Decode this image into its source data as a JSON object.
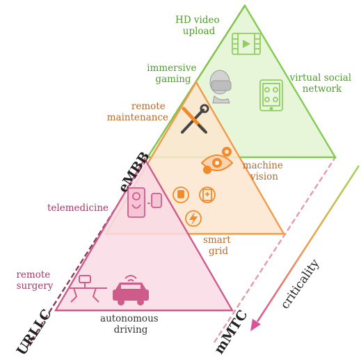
{
  "colors": {
    "green": "#7cc94a",
    "orange": "#f09a4a",
    "pink": "#cf5b8a",
    "green_text": "#4d9c2a",
    "orange_text": "#b8692a",
    "pink_text": "#a23a66"
  },
  "axes": {
    "embb": "eMBB",
    "urllc": "URLLC",
    "mmtc": "mMTC",
    "criticality": "criticality"
  },
  "labels": {
    "hd_video": [
      "HD video",
      "upload"
    ],
    "immersive_gaming": [
      "immersive",
      "gaming"
    ],
    "virtual_social": [
      "virtual social",
      "network"
    ],
    "remote_maintenance": [
      "remote",
      "maintenance"
    ],
    "machine_vision": [
      "machine",
      "vision"
    ],
    "telemedicine": [
      "telemedicine"
    ],
    "smart_grid": [
      "smart",
      "grid"
    ],
    "remote_surgery": [
      "remote",
      "surgery"
    ],
    "autonomous_driving": [
      "autonomous",
      "driving"
    ]
  },
  "icons": [
    "video-play-icon",
    "vr-headset-icon",
    "tablet-users-icon",
    "wrench-screwdriver-icon",
    "gear-eye-icon",
    "phone-watch-icon",
    "plug-battery-bolt-icon",
    "robot-arm-icon",
    "car-signal-icon"
  ]
}
